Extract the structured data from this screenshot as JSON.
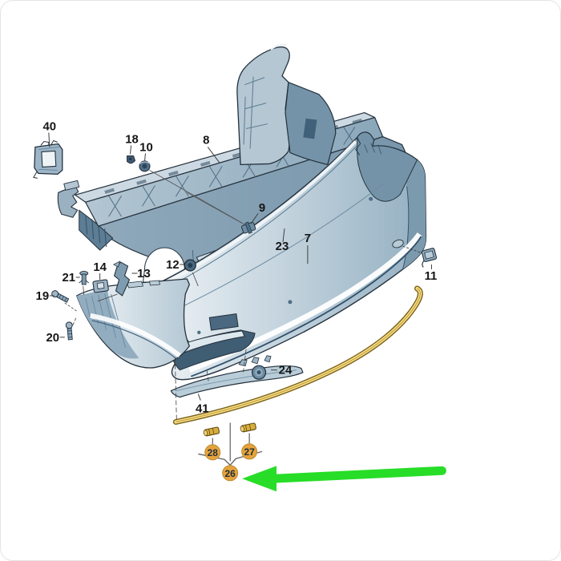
{
  "diagram": {
    "type": "exploded-parts-diagram",
    "subject": "Rear bumper assembly",
    "callouts": [
      {
        "id": "40"
      },
      {
        "id": "18"
      },
      {
        "id": "10"
      },
      {
        "id": "8"
      },
      {
        "id": "9"
      },
      {
        "id": "23"
      },
      {
        "id": "7"
      },
      {
        "id": "12"
      },
      {
        "id": "14"
      },
      {
        "id": "13"
      },
      {
        "id": "21"
      },
      {
        "id": "19"
      },
      {
        "id": "20"
      },
      {
        "id": "11"
      },
      {
        "id": "24"
      },
      {
        "id": "41"
      }
    ],
    "highlighted_callouts": [
      {
        "id": "28"
      },
      {
        "id": "27"
      },
      {
        "id": "26"
      }
    ],
    "annotation_arrow": {
      "points_to": "26",
      "direction": "left"
    },
    "colors": {
      "arrow_green": "#27DD27",
      "badge_fill": "#E6A23C",
      "badge_text": "#20303A",
      "strip_gold": "#C9A239",
      "part_blue_gray": "#9FB6C6"
    }
  }
}
